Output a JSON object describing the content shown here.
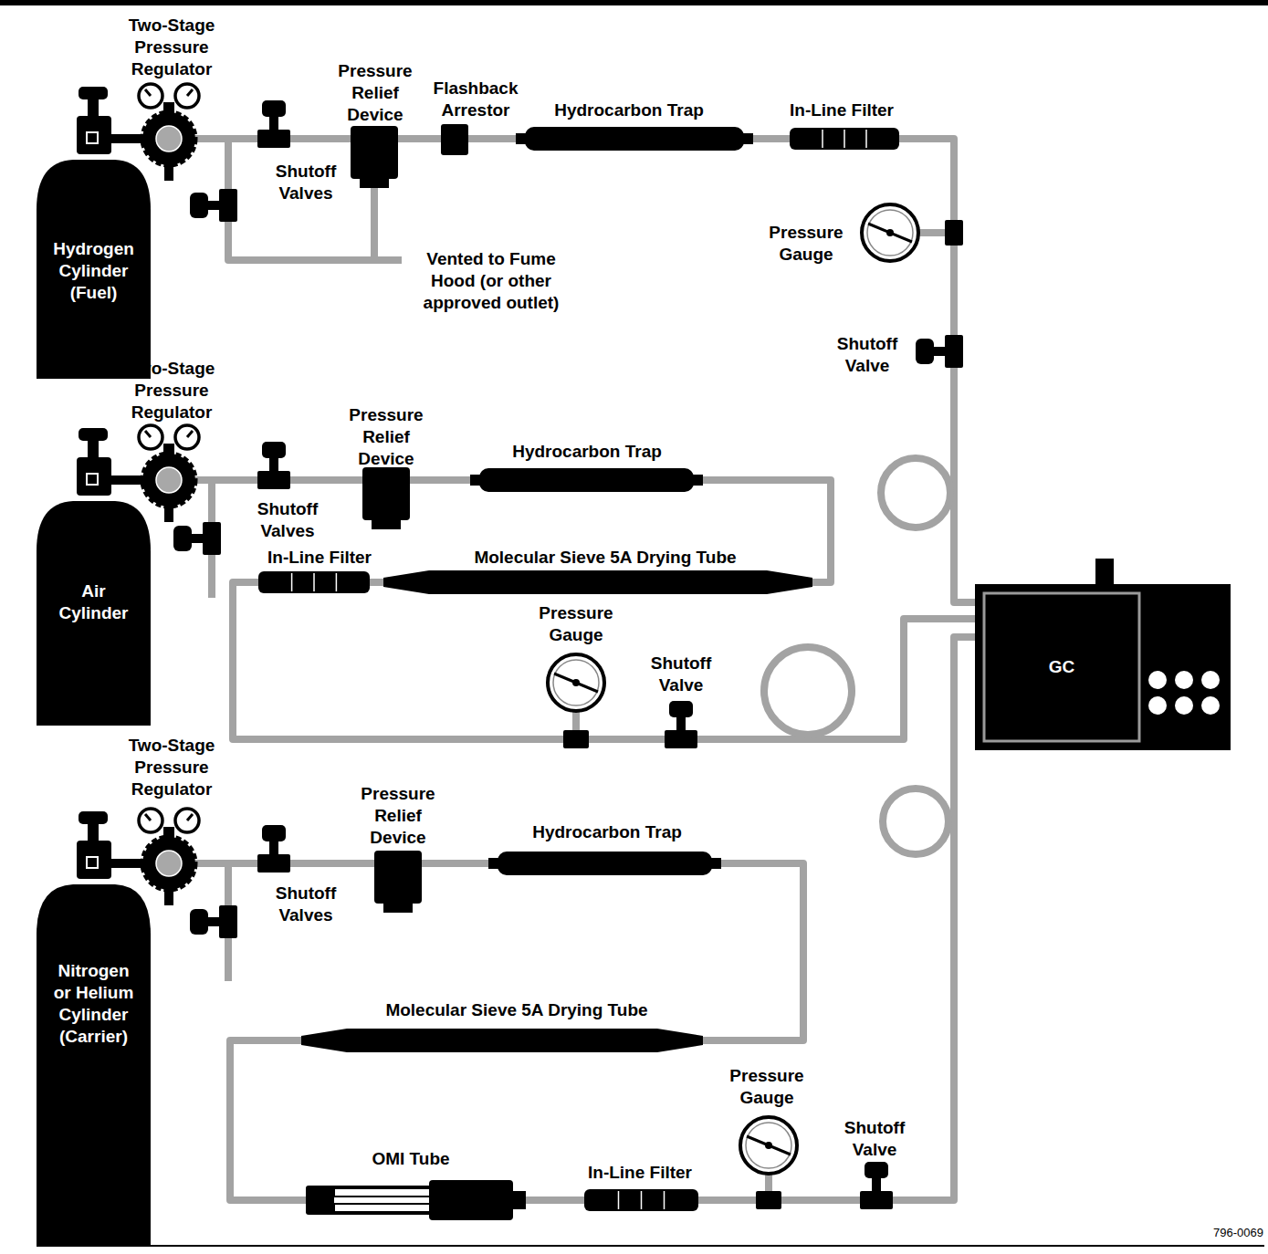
{
  "diagram": {
    "nodes": [
      {
        "text": [
          "Hydrogen Cylinder (Fuel)"
        ]
      },
      {
        "text": [
          "Air Cylinder"
        ]
      },
      {
        "text": [
          "Nitrogen or Helium Cylinder (Carrier)"
        ]
      },
      {
        "text": [
          "GC"
        ]
      }
    ],
    "edges": [
      {
        "from": 0,
        "to": 3,
        "arrow": "none"
      },
      {
        "from": 1,
        "to": 3,
        "arrow": "none"
      },
      {
        "from": 2,
        "to": 3,
        "arrow": "none"
      }
    ],
    "labels": [
      "Two-Stage Pressure Regulator",
      "Shutoff Valves",
      "Pressure Relief Device",
      "Flashback Arrestor",
      "Hydrocarbon Trap",
      "In-Line Filter",
      "Pressure Gauge",
      "Shutoff Valve",
      "Vented to Fume Hood (or other approved outlet)",
      "Two-Stage Pressure Regulator",
      "Shutoff Valves",
      "Pressure Relief Device",
      "Hydrocarbon Trap",
      "In-Line Filter",
      "Molecular Sieve 5A Drying Tube",
      "Pressure Gauge",
      "Shutoff Valve",
      "Two-Stage Pressure Regulator",
      "Shutoff Valves",
      "Pressure Relief Device",
      "Hydrocarbon Trap",
      "Molecular Sieve 5A Drying Tube",
      "OMI Tube",
      "In-Line Filter",
      "Pressure Gauge",
      "Shutoff Valve",
      "796-0069"
    ]
  }
}
